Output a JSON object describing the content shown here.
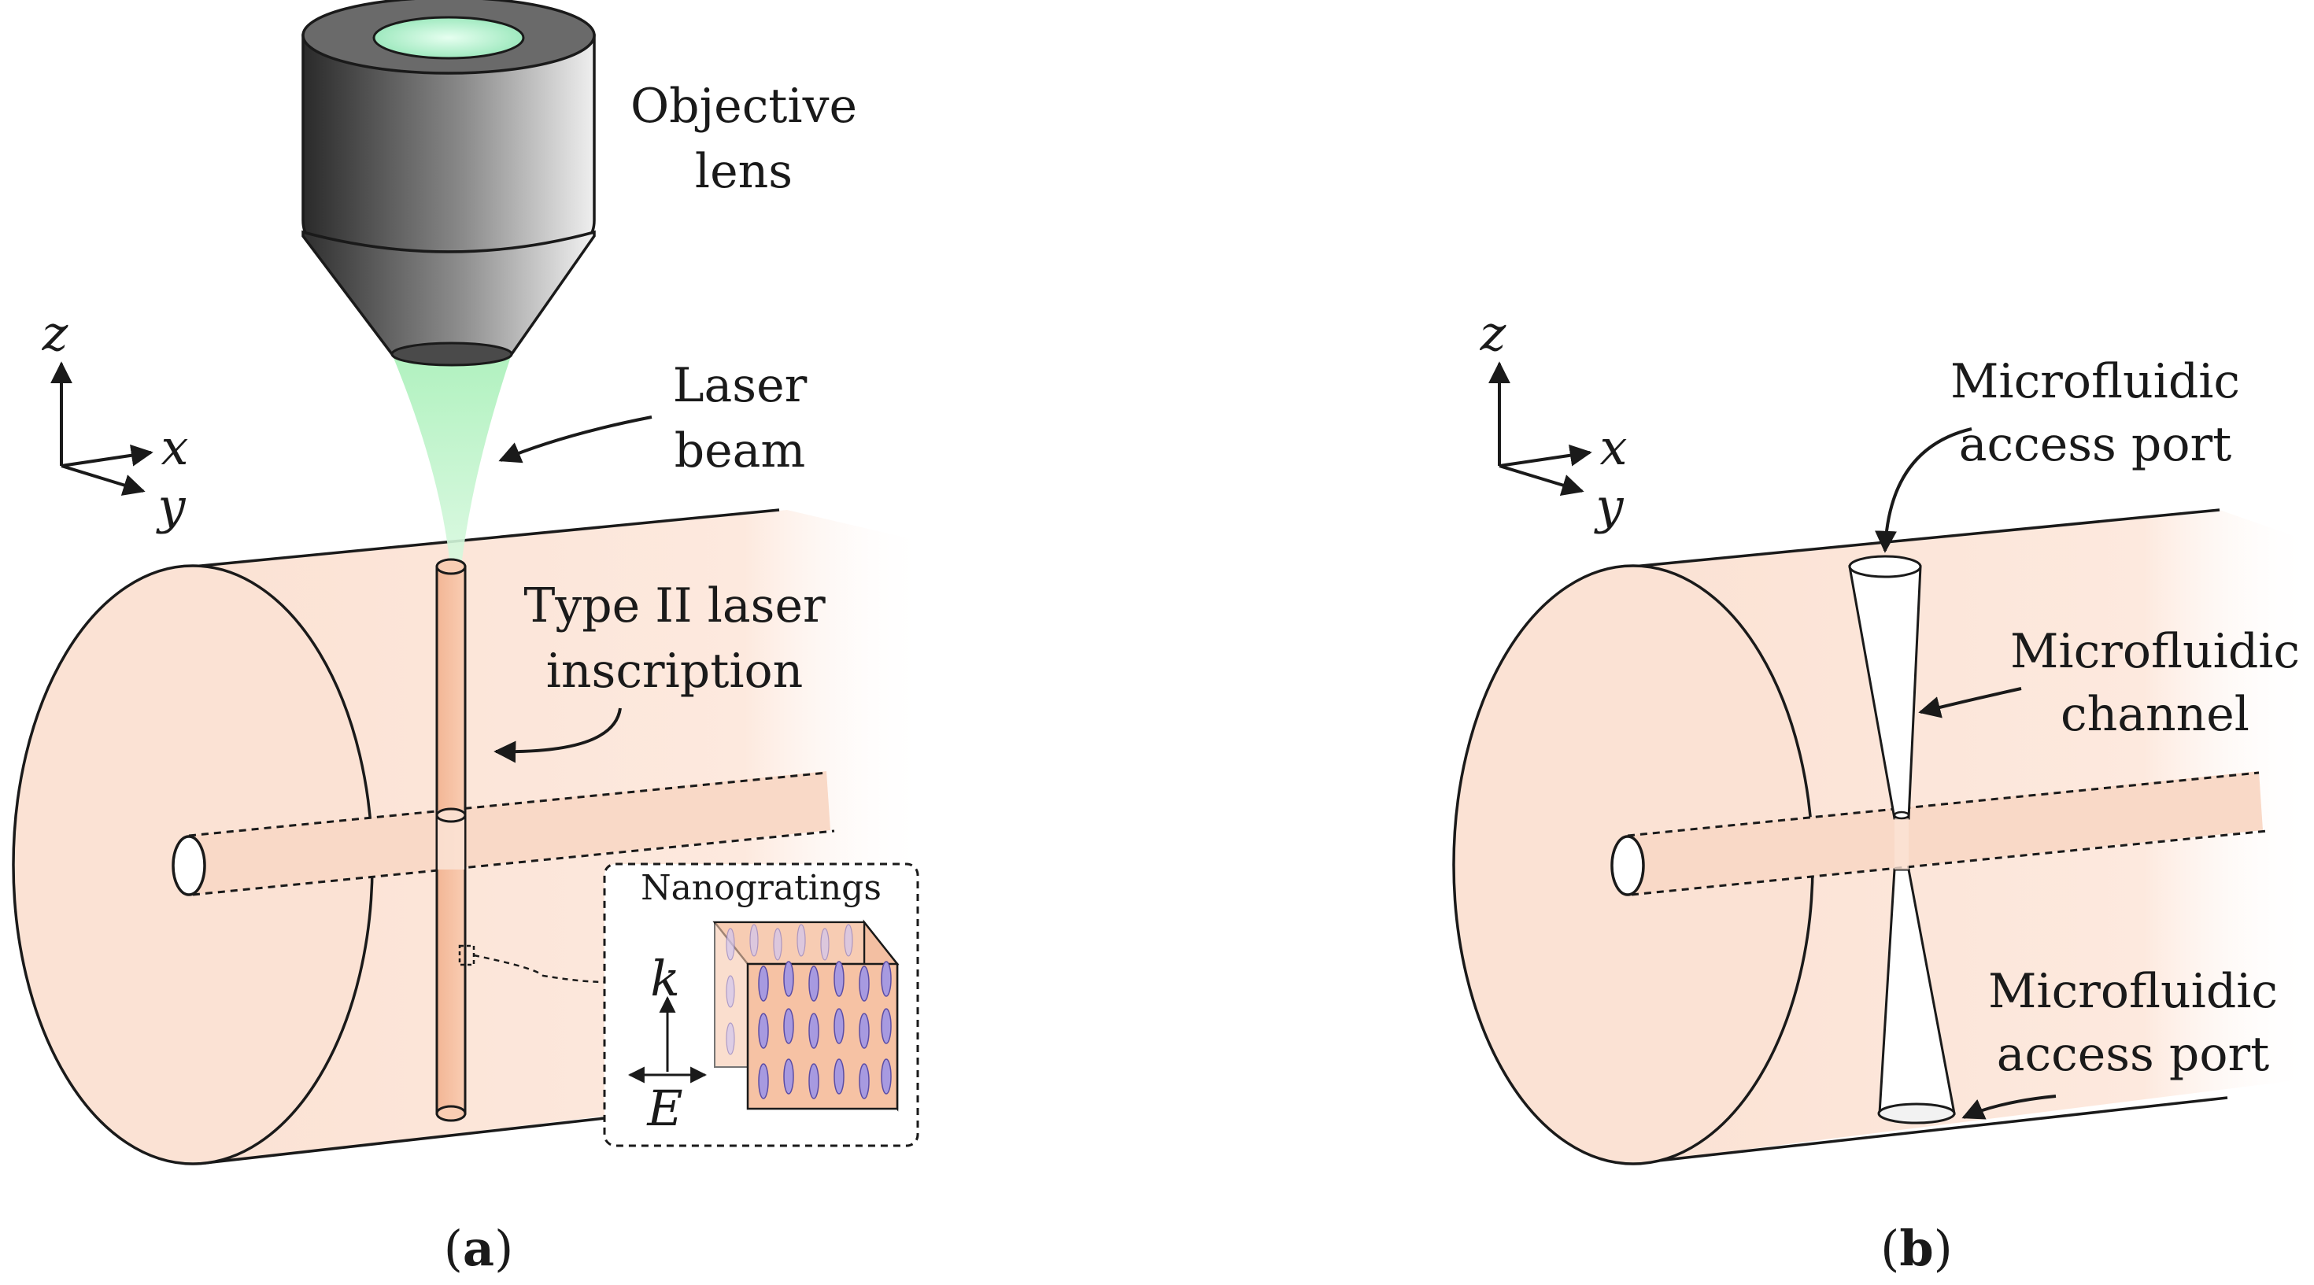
{
  "panel_a": {
    "objective_lens_line1": "Objective",
    "objective_lens_line2": "lens",
    "laser_beam_line1": "Laser",
    "laser_beam_line2": "beam",
    "inscription_line1": "Type II laser",
    "inscription_line2": "inscription",
    "inset_title": "Nanogratings",
    "inset_k": "k",
    "inset_e": "E",
    "axis_x": "x",
    "axis_y": "y",
    "axis_z": "z",
    "caption_open": "(",
    "caption_letter": "a",
    "caption_close": ")"
  },
  "panel_b": {
    "port_top_line1": "Microfluidic",
    "port_top_line2": "access port",
    "channel_line1": "Microfluidic",
    "channel_line2": "channel",
    "port_bottom_line1": "Microfluidic",
    "port_bottom_line2": "access port",
    "axis_x": "x",
    "axis_y": "y",
    "axis_z": "z",
    "caption_open": "(",
    "caption_letter": "b",
    "caption_close": ")"
  },
  "colors": {
    "fiber": "#fbe3d6",
    "inscription": "#f6c3a6",
    "beam": "#b9f2c6",
    "lens_top_ring": "#cfeedd",
    "nanograting_ellipse": "#a79ae0"
  }
}
